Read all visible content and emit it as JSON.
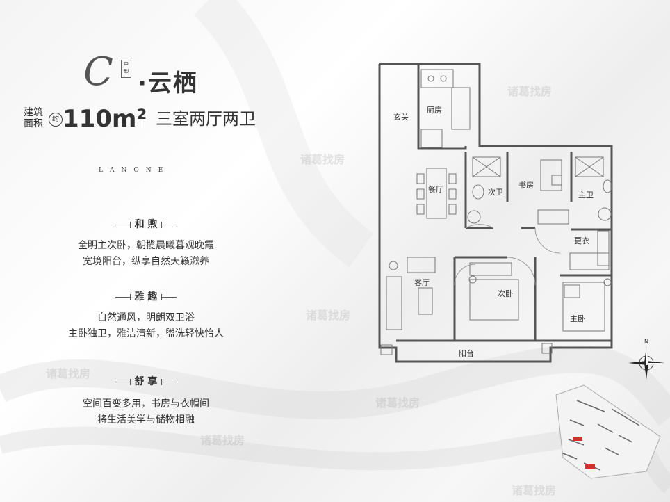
{
  "unit": {
    "letter": "C",
    "type_tag": "户型",
    "name": "·云栖",
    "area_label": "建筑面积",
    "approx": "约",
    "area": "110m²",
    "layout": "三室两厅两卫",
    "brand": "LANONE"
  },
  "sections": [
    {
      "heading": "和 煦",
      "lines": [
        "全明主次卧，朝揽晨曦暮观晚霞",
        "宽境阳台，纵享自然天籁滋养"
      ]
    },
    {
      "heading": "雅 趣",
      "lines": [
        "自然通风，明朗双卫浴",
        "主卧独卫，雅洁清新，盥洗轻快怡人"
      ]
    },
    {
      "heading": "舒 享",
      "lines": [
        "空间百变多用，书房与衣帽间",
        "将生活美学与储物相融"
      ]
    }
  ],
  "rooms": {
    "entry": "玄关",
    "kitchen": "厨房",
    "dining": "餐厅",
    "second_bath": "次卫",
    "study": "书房",
    "master_bath": "主卫",
    "closet": "更衣",
    "living": "客厅",
    "second_bed": "次卧",
    "master_bed": "主卧",
    "balcony": "阳台"
  },
  "compass": {
    "north": "N"
  },
  "watermark": "诸葛找房",
  "colors": {
    "highlight": "#d0312d",
    "wall": "#555555"
  }
}
